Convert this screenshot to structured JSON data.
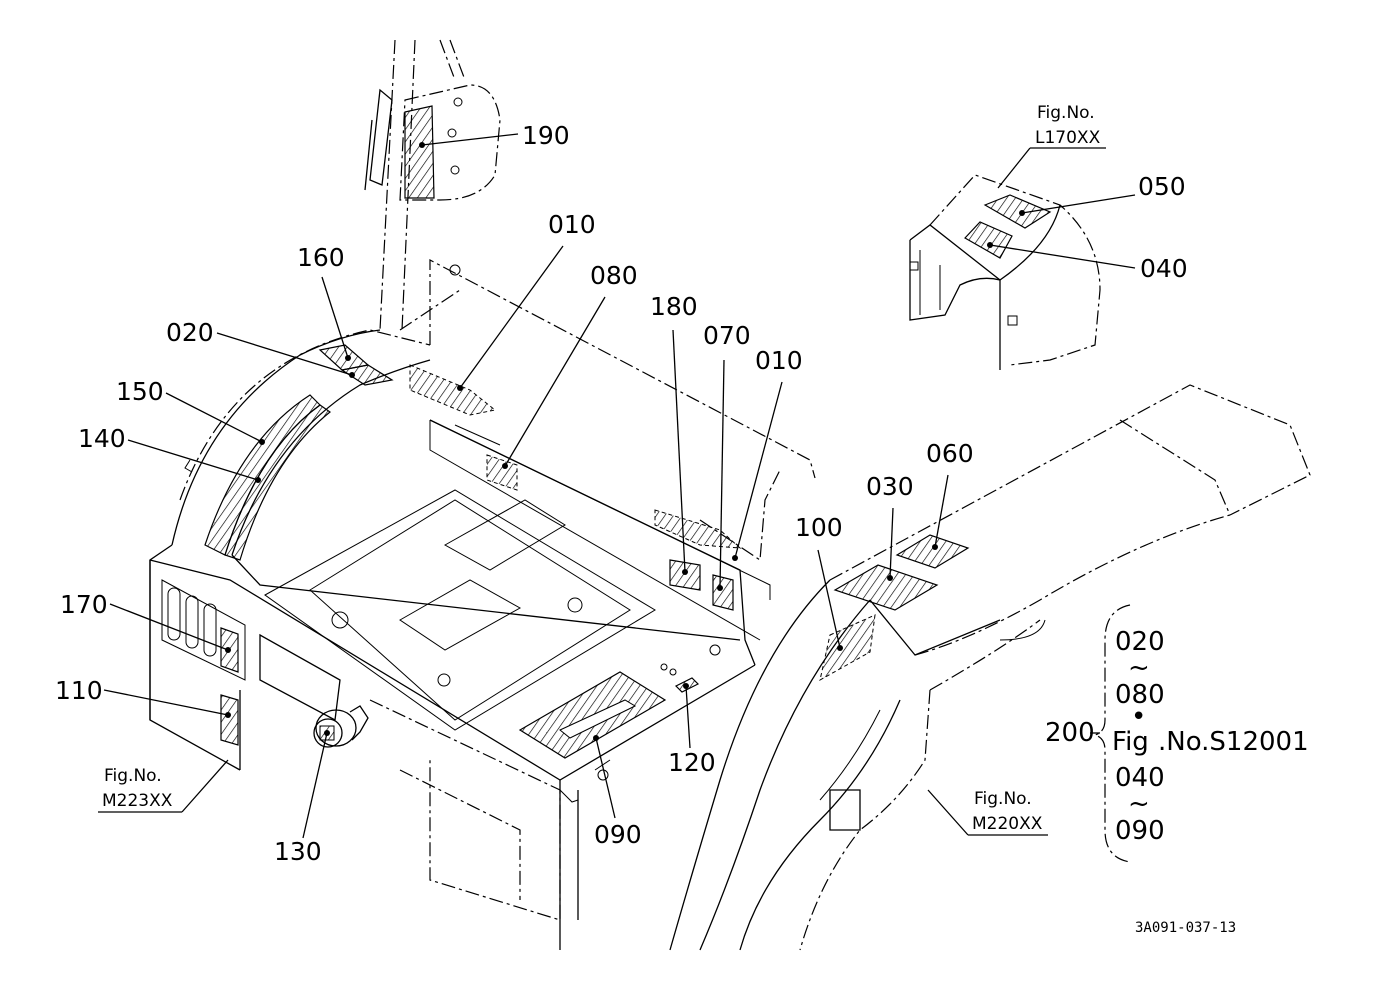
{
  "drawing_number": "3A091-037-13",
  "callouts": [
    {
      "id": "c190",
      "label": "190"
    },
    {
      "id": "c160",
      "label": "160"
    },
    {
      "id": "c020",
      "label": "020"
    },
    {
      "id": "c150",
      "label": "150"
    },
    {
      "id": "c140",
      "label": "140"
    },
    {
      "id": "c010a",
      "label": "010"
    },
    {
      "id": "c080",
      "label": "080"
    },
    {
      "id": "c180",
      "label": "180"
    },
    {
      "id": "c070",
      "label": "070"
    },
    {
      "id": "c010b",
      "label": "010"
    },
    {
      "id": "c050",
      "label": "050"
    },
    {
      "id": "c040",
      "label": "040"
    },
    {
      "id": "c060",
      "label": "060"
    },
    {
      "id": "c030",
      "label": "030"
    },
    {
      "id": "c100",
      "label": "100"
    },
    {
      "id": "c170",
      "label": "170"
    },
    {
      "id": "c110",
      "label": "110"
    },
    {
      "id": "c130",
      "label": "130"
    },
    {
      "id": "c120",
      "label": "120"
    },
    {
      "id": "c090",
      "label": "090"
    }
  ],
  "figure_refs": [
    {
      "id": "f1",
      "line1": "Fig.No.",
      "line2": "L170XX"
    },
    {
      "id": "f2",
      "line1": "Fig.No.",
      "line2": "M223XX"
    },
    {
      "id": "f3",
      "line1": "Fig.No.",
      "line2": "M220XX"
    }
  ],
  "bracket_group": {
    "label": "200",
    "items": [
      "020",
      "~",
      "080",
      "•",
      "040",
      "~",
      "090"
    ],
    "fig_prefix": "Fig",
    "fig_ref": ".No.S12001"
  }
}
